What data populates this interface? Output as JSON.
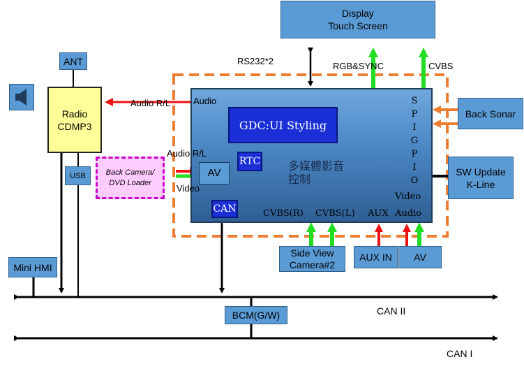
{
  "nodes": {
    "display": "Display\nTouch Screen",
    "ant": "ANT",
    "radio": "Radio\nCDMP3",
    "usb": "USB",
    "back_camera": "Back Camera/\nDVD Loader",
    "ui_styling": "GDC:UI Styling",
    "rtc": "RTC",
    "av_in": "AV",
    "can_in": "CAN",
    "chinese": "多媒體影音\n控制",
    "spigpio": "S\nP\nI\nG\nP\nI\nO",
    "back_sonar": "Back Sonar",
    "sw_update": "SW Update\nK-Line",
    "side_view": "Side View\nCamera#2",
    "aux_in": "AUX IN",
    "av_ext": "AV",
    "mini_hmi": "Mini HMI",
    "bcm": "BCM(G/W)"
  },
  "labels": {
    "rs232": "RS232*2",
    "rgb": "RGB&SYNC",
    "cvbs": "CVBS",
    "audio_rl_out": "Audio R/L",
    "audio_in": "Audio",
    "audio_rl_in": "Audio R/L",
    "video_in": "Video",
    "cvbs_r": "CVBS(R)",
    "cvbs_l": "CVBS(L)",
    "aux": "AUX",
    "video_right": "Video",
    "audio_right": "Audio",
    "can2": "CAN II",
    "can1": "CAN I"
  },
  "colors": {
    "box_fill": "#5b9bd5",
    "radio_fill": "#ffff99",
    "camera_fill": "#ffccff",
    "camera_border": "#cc00cc",
    "dashed": "#ed7d31",
    "arrow_red": "#ee1111",
    "arrow_green": "#22dd22",
    "arrow_orange": "#ed7d31",
    "chip_blue": "#1a2fd6"
  }
}
